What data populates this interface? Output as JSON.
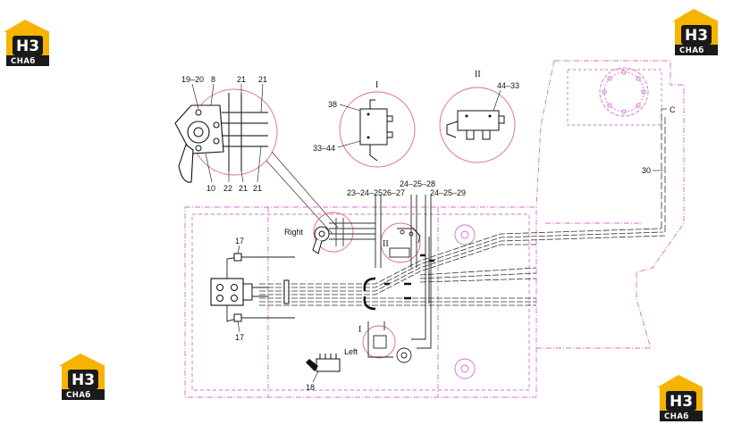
{
  "logo": {
    "mark": "H3",
    "text": "CHAб",
    "yellow": "#F5B400",
    "dark": "#1a1a1a"
  },
  "colors": {
    "pink": "#d070d0",
    "circle": "#e06c78",
    "line": "#222222"
  },
  "labels": {
    "l_19_20": "19–20",
    "l_8": "8",
    "l_21a": "21",
    "l_21b": "21",
    "l_10": "10",
    "l_22": "22",
    "l_21c": "21",
    "l_21d": "21",
    "roman1": "I",
    "l_38": "38",
    "l_33_44": "33–44",
    "roman2": "II",
    "l_44_33": "44–33",
    "l_c": "C",
    "l_30": "30",
    "l_23_24_25": "23–24–25",
    "l_26_27": "26–27",
    "l_24_25_28": "24–25–28",
    "l_24_25_29": "24–25–29",
    "l_right": "Right",
    "l_17a": "17",
    "l_17b": "17",
    "roman2b": "II",
    "roman1b": "I",
    "l_left": "Left",
    "l_18": "18"
  }
}
